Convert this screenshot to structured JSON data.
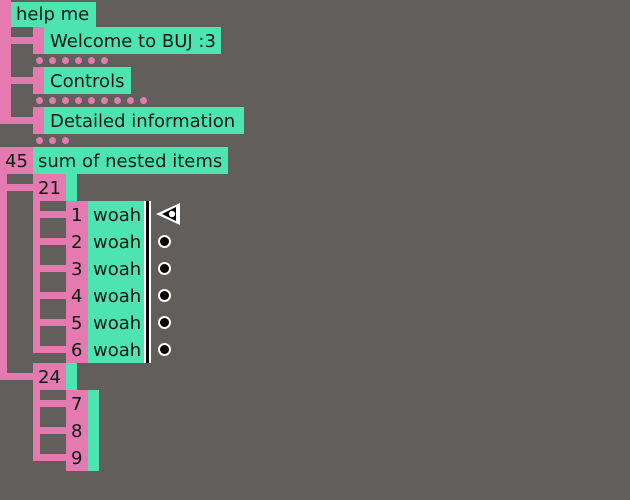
{
  "colors": {
    "background": "#625e5b",
    "tree_line": "#e57ab0",
    "item_fill": "#4de4b2",
    "text": "#0c1a14"
  },
  "root": {
    "label": "help me",
    "children": [
      {
        "label": "Welcome to BUJ :3",
        "hidden_count": 6
      },
      {
        "label": "Controls",
        "hidden_count": 9
      },
      {
        "label": "Detailed information",
        "hidden_count": 3
      }
    ]
  },
  "sum_item": {
    "value": "45",
    "label": "sum of nested items",
    "groups": [
      {
        "value": "21",
        "items": [
          {
            "value": "1",
            "label": "woah",
            "selected": true
          },
          {
            "value": "2",
            "label": "woah"
          },
          {
            "value": "3",
            "label": "woah"
          },
          {
            "value": "4",
            "label": "woah"
          },
          {
            "value": "5",
            "label": "woah"
          },
          {
            "value": "6",
            "label": "woah"
          }
        ]
      },
      {
        "value": "24",
        "items": [
          {
            "value": "7",
            "label": ""
          },
          {
            "value": "8",
            "label": ""
          },
          {
            "value": "9",
            "label": ""
          }
        ]
      }
    ]
  },
  "icons": {
    "selection_marker": "triangle-pointer-icon",
    "item_bullet": "bullet-icon"
  }
}
